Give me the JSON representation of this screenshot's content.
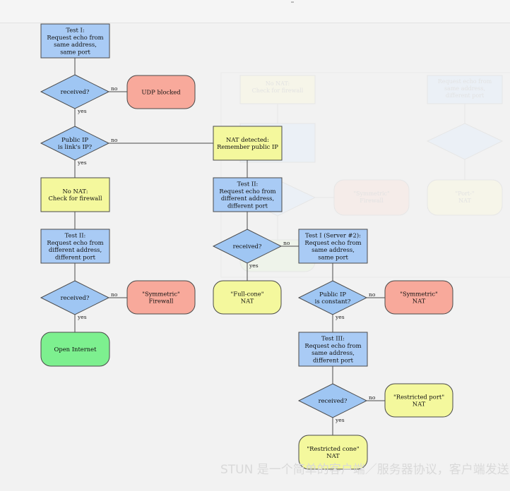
{
  "colors": {
    "process": "#a9cbf5",
    "decision": "#9fc6f3",
    "note": "#f4f89d",
    "blocked": "#f8a99b",
    "open": "#7df08f",
    "stroke": "#4a4a4a",
    "ghost_stroke": "#e6e6e6",
    "ghost_fill_yellow": "#f6f5e9",
    "ghost_fill_blue": "#ebf0f6",
    "ghost_fill_red": "#f5ece9"
  },
  "edge_labels": {
    "yes": "yes",
    "no": "no"
  },
  "nodes": {
    "test1": {
      "lines": [
        "Test I:",
        "Request echo from",
        "same address,",
        "same port"
      ]
    },
    "received1": {
      "lines": [
        "received?"
      ]
    },
    "udp_blocked": {
      "lines": [
        "UDP blocked"
      ]
    },
    "public_ip": {
      "lines": [
        "Public IP",
        "is link's IP?"
      ]
    },
    "nat_detected": {
      "lines": [
        "NAT detected:",
        "Remember public IP"
      ]
    },
    "no_nat": {
      "lines": [
        "No NAT:",
        "Check for firewall"
      ]
    },
    "test2_left": {
      "lines": [
        "Test II:",
        "Request echo from",
        "different address,",
        "different port"
      ]
    },
    "received2": {
      "lines": [
        "received?"
      ]
    },
    "symmetric_firewall": {
      "lines": [
        "\"Symmetric\"",
        "Firewall"
      ]
    },
    "open_internet": {
      "lines": [
        "Open Internet"
      ]
    },
    "test2_mid": {
      "lines": [
        "Test II:",
        "Request echo from",
        "different address,",
        "different port"
      ]
    },
    "received_mid": {
      "lines": [
        "received?"
      ]
    },
    "full_cone": {
      "lines": [
        "\"Full-cone\"",
        "NAT"
      ]
    },
    "test1_server2": {
      "lines": [
        "Test I (Server #2):",
        "Request echo from",
        "same address,",
        "same port"
      ]
    },
    "public_ip_const": {
      "lines": [
        "Public IP",
        "is constant?"
      ]
    },
    "symmetric_nat": {
      "lines": [
        "\"Symmetric\"",
        "NAT"
      ]
    },
    "test3": {
      "lines": [
        "Test III:",
        "Request echo from",
        "same address,",
        "different port"
      ]
    },
    "received3": {
      "lines": [
        "received?"
      ]
    },
    "restricted_port": {
      "lines": [
        "\"Restricted port\"",
        "NAT"
      ]
    },
    "restricted_cone": {
      "lines": [
        "\"Restricted cone\"",
        "NAT"
      ]
    }
  },
  "ghost_texts": {
    "no_nat": [
      "No NAT:",
      "Check for firewall"
    ],
    "test_right": [
      "Request echo from",
      "same address,",
      "different port"
    ],
    "sym": [
      "\"Symmetric\"",
      "Firewall"
    ],
    "pub": [
      "\"Port-\"",
      "NAT"
    ],
    "yes": "yes",
    "no": "no"
  },
  "bottom_text": "STUN 是一个简单的客户端／服务器协议，客户端发送"
}
